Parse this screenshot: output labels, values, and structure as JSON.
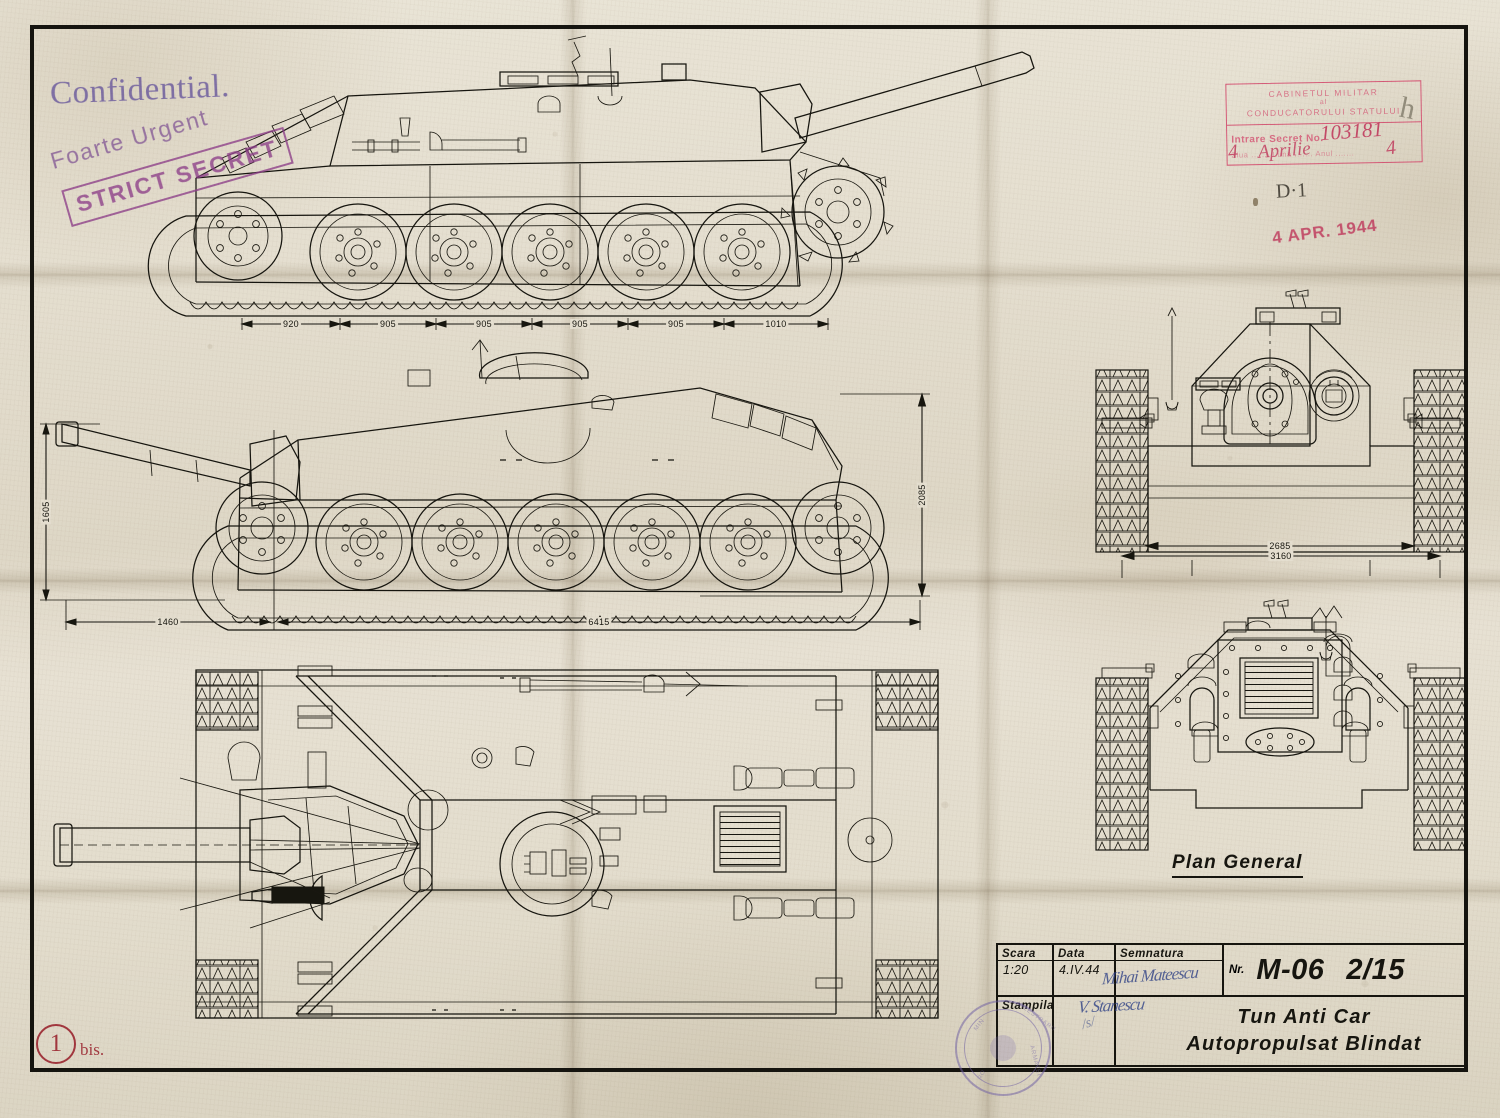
{
  "document": {
    "classification_handwritten": "Confidential.",
    "urgency": "Foarte Urgent",
    "secret_stamp": "STRICT SECRET",
    "page_marker_number": "1",
    "page_marker_suffix": "bis."
  },
  "registry_stamp": {
    "line1": "CABINETUL MILITAR",
    "line2": "al",
    "line3": "CONDUCATORULUI STATULUI",
    "entry_label": "Intrare Secret No.",
    "entry_number": "103181",
    "date_prefix_day": "4",
    "date_month": "Aprilie",
    "date_year": "4",
    "annotation": "D·1",
    "date_stamp": "4 APR. 1944",
    "pencil_mark": "h",
    "color": "#d4456a"
  },
  "title_block": {
    "heading": "Plan General",
    "headers": {
      "scale": "Scara",
      "date": "Data",
      "signature": "Semnatura",
      "number": "Nr.",
      "stamp": "Stampila"
    },
    "values": {
      "scale": "1:20",
      "date": "4.IV.44",
      "drawing_number": "M-06",
      "sheet": "2/15"
    },
    "title_line1": "Tun Anti Car",
    "title_line2": "Autopropulsat Blindat"
  },
  "dimensions": {
    "top_view_wheel_spacing": [
      "920",
      "905",
      "905",
      "905",
      "905",
      "1010"
    ],
    "side_height": "1605",
    "side_gun_overhang": "1460",
    "side_hull_length": "6415",
    "rear_height": "2085",
    "front_track_centers": "2685",
    "front_overall_width": "3160"
  },
  "views": {
    "top_left": "side-elevation-upper",
    "mid_left": "side-elevation-lower",
    "bottom_left": "plan-view",
    "top_right": "front-elevation",
    "bottom_right": "rear-elevation"
  },
  "colors": {
    "paper": "#e5dfd0",
    "ink": "#16150f",
    "red_stamp": "#d4456a",
    "purple_stamp": "#7d4f93",
    "blue_signature": "#2c3f86",
    "page_marker": "#9c2630"
  }
}
